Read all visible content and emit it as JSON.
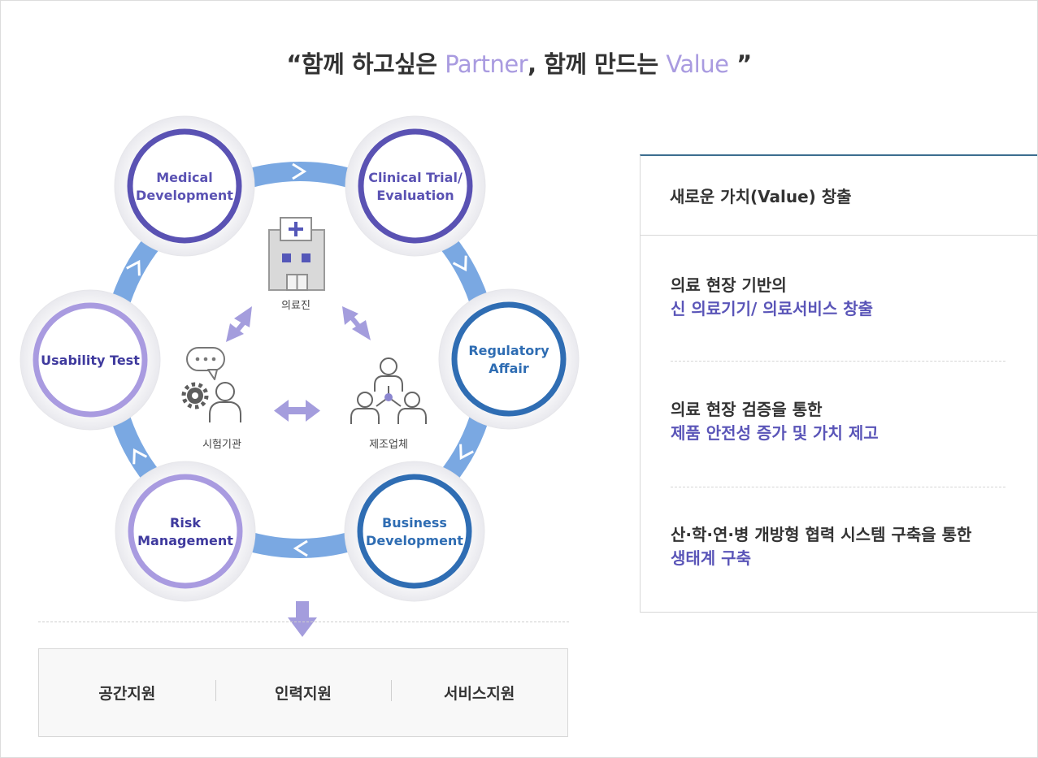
{
  "headline": {
    "open_quote": "“",
    "part1": "함께 하고싶은 ",
    "accent1": "Partner",
    "part2": ", 함께 만드는 ",
    "accent2": "Value",
    "close_quote": " ”"
  },
  "cycle_nodes": [
    {
      "line1": "Medical",
      "line2": "Development",
      "ring_color": "#5a52b3"
    },
    {
      "line1": "Clinical Trial/",
      "line2": "Evaluation",
      "ring_color": "#5a52b3"
    },
    {
      "line1": "Regulatory",
      "line2": "Affair",
      "ring_color": "#2f6db3"
    },
    {
      "line1": "Business",
      "line2": "Development",
      "ring_color": "#2f6db3"
    },
    {
      "line1": "Risk",
      "line2": "Management",
      "ring_color": "#a99be0"
    },
    {
      "line1": "Usability Test",
      "line2": "",
      "ring_color": "#a99be0"
    }
  ],
  "center": {
    "hospital_label": "의료진",
    "test_label": "시험기관",
    "maker_label": "제조업체"
  },
  "support": {
    "items": [
      "공간지원",
      "인력지원",
      "서비스지원"
    ]
  },
  "value_panel": {
    "header": "새로운 가치(Value) 창출",
    "items": [
      {
        "line1": "의료 현장 기반의",
        "line2": "신 의료기기/ 의료서비스 창출"
      },
      {
        "line1": "의료 현장 검증을  통한",
        "line2": "제품 안전성 증가 및 가치 제고"
      },
      {
        "line1": "산·학·연·병 개방형  협력 시스템 구축을 통한",
        "line2": "생태계 구축"
      }
    ]
  },
  "colors": {
    "ring_track": "#7aa8e2",
    "accent_purple": "#a99be0",
    "text_purple": "#5a55b8",
    "panel_top": "#3c6e8f"
  }
}
